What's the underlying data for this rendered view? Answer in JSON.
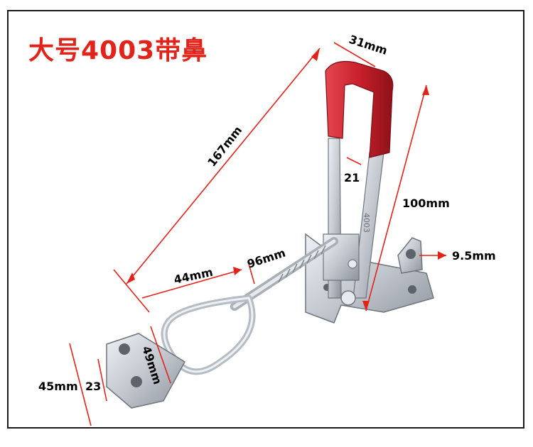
{
  "title": "大号4003带鼻",
  "colors": {
    "title": "#e2231a",
    "dimension_line": "#e2231a",
    "metal": "#c3c8cf",
    "handle_grip": "#c8202a",
    "frame": "#1a1a1a"
  },
  "dimensions": {
    "overall_length": "167mm",
    "handle_width": "31mm",
    "height": "100mm",
    "gap": "21",
    "hook_length": "96mm",
    "loop_length": "44mm",
    "loop_width": "49mm",
    "plate_width": "45mm",
    "hole_spacing": "23",
    "ear_hole": "9.5mm"
  },
  "part_mark": "4003"
}
